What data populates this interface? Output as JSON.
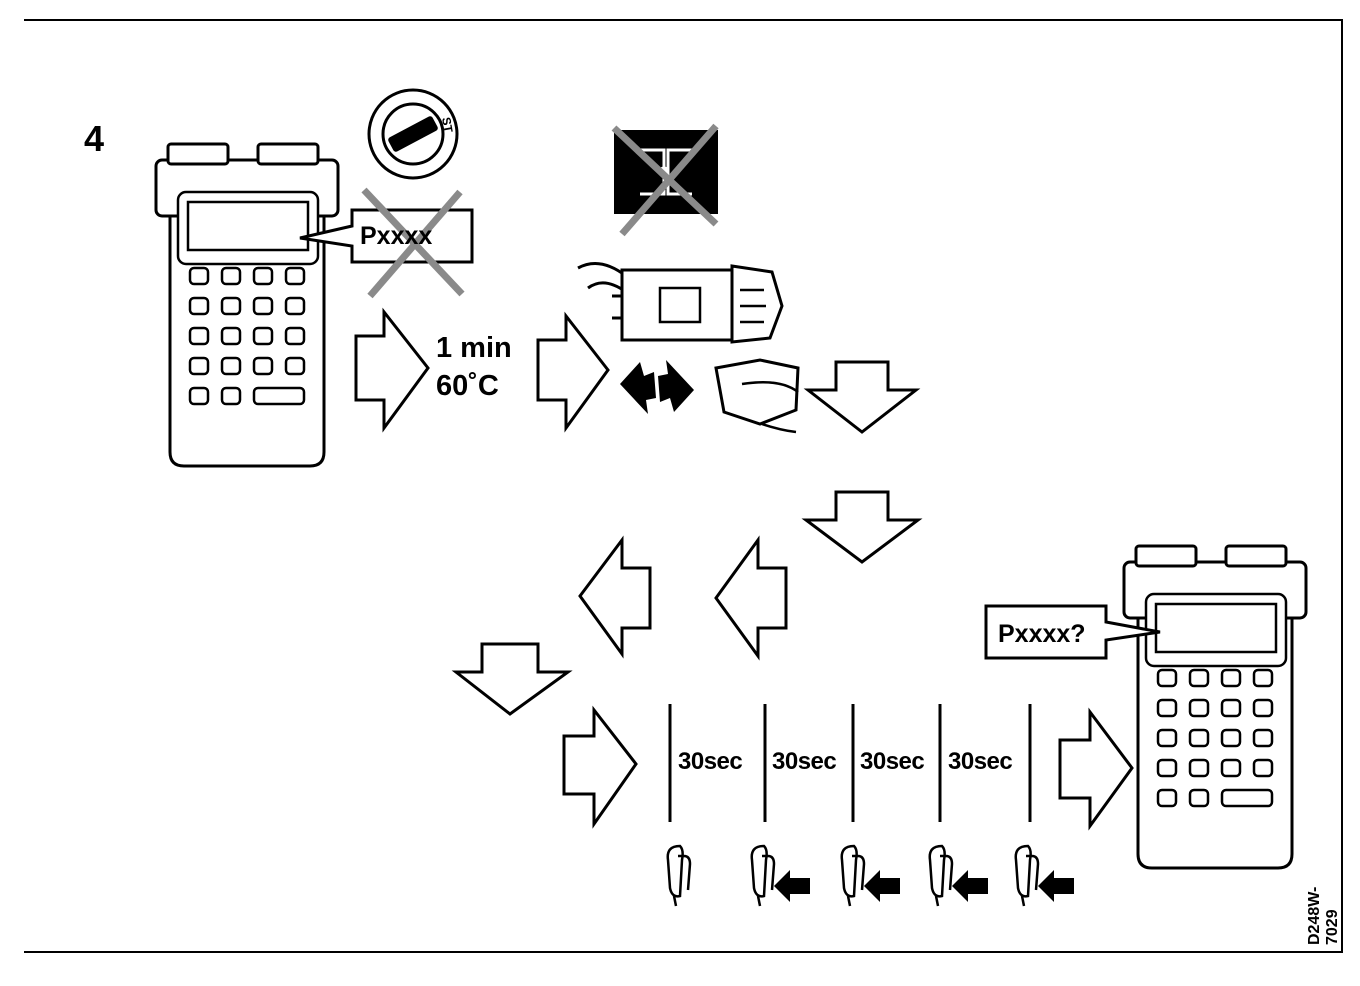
{
  "step_number": "4",
  "tester_callout_1": "Pxxxx",
  "tester_callout_2": "Pxxxx?",
  "wait_time": "1 min",
  "temperature": "60˚C",
  "interval_labels": [
    "30sec",
    "30sec",
    "30sec",
    "30sec"
  ],
  "figure_id": "D248W-7029",
  "icons": {
    "ignition_key": "ignition-switch-icon",
    "climate_off": "ac-off-icon",
    "connector": "connector-icon",
    "pedal": "throttle-pedal-icon"
  },
  "colors": {
    "ink": "#000000",
    "paper": "#ffffff",
    "cross": "#8a8a8a"
  }
}
